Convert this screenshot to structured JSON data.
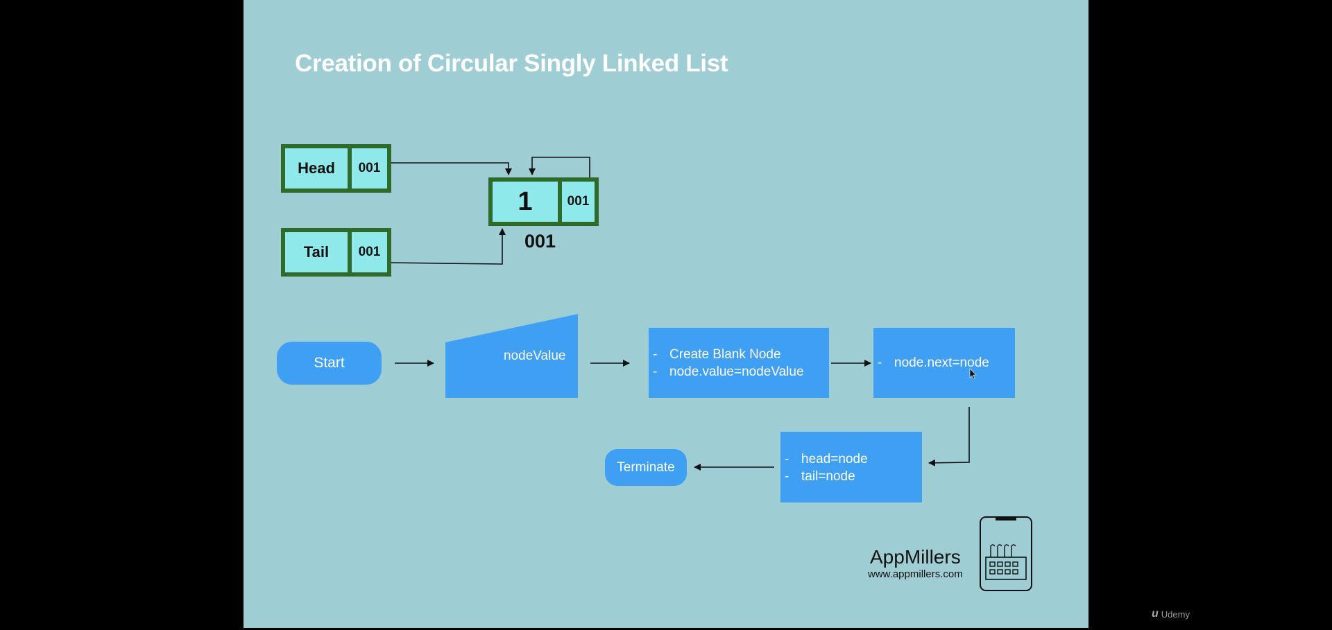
{
  "slide": {
    "title": "Creation of Circular Singly Linked List"
  },
  "diagram": {
    "head": {
      "label": "Head",
      "address": "001"
    },
    "tail": {
      "label": "Tail",
      "address": "001"
    },
    "node": {
      "value": "1",
      "next": "001",
      "address_label": "001"
    }
  },
  "flowchart": {
    "start": "Start",
    "input": "nodeValue",
    "step1": [
      "Create Blank Node",
      "node.value=nodeValue"
    ],
    "step2": [
      "node.next=node"
    ],
    "step3": [
      "head=node",
      "tail=node"
    ],
    "terminate": "Terminate",
    "bullet": "-"
  },
  "branding": {
    "name": "AppMillers",
    "url": "www.appmillers.com",
    "logo_icon": "phone-factory-icon"
  },
  "player": {
    "watermark": "Udemy"
  },
  "colors": {
    "slide_bg": "#9ecdd4",
    "box_fill": "#3fa0f3",
    "cell_fill": "#8fe9ea",
    "cell_border": "#2e6a2a"
  }
}
